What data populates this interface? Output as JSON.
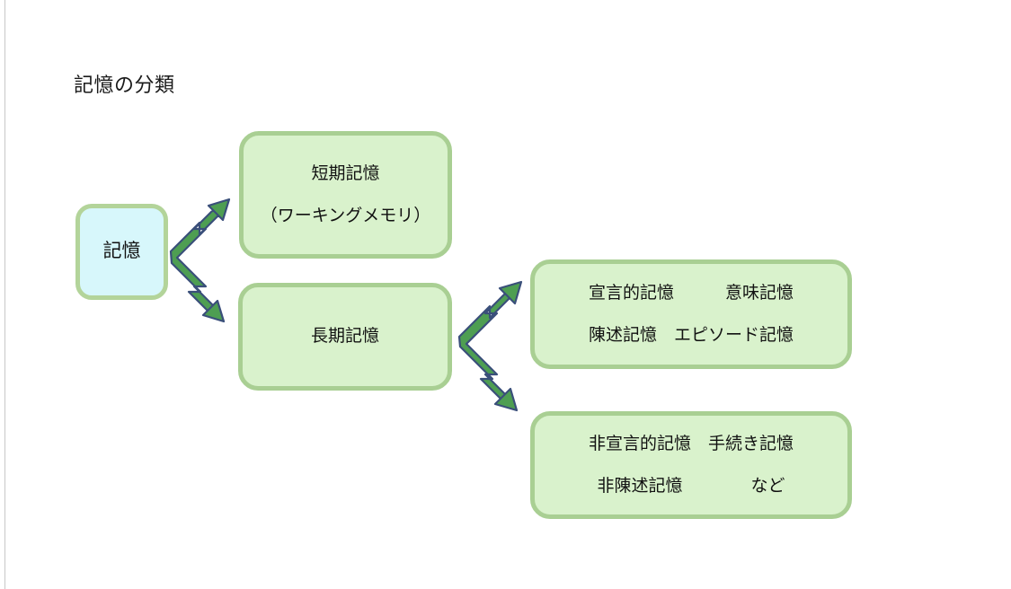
{
  "slide": {
    "title": "記憶の分類",
    "background_color": "#ffffff",
    "edge_rule_color": "#c8c8c8"
  },
  "colors": {
    "arrow_fill": "#4e9e52",
    "arrow_stroke": "#3a4f7a",
    "green_box_fill": "#d9f2cc",
    "green_box_border": "#a9cf93",
    "cyan_box_fill": "#d7f7fb",
    "cyan_box_border": "#b3d49a",
    "text": "#111111"
  },
  "nodes": {
    "memory": {
      "lines": [
        "記憶"
      ]
    },
    "short_term": {
      "lines": [
        "短期記憶",
        "（ワーキングメモリ）"
      ]
    },
    "long_term": {
      "lines": [
        "長期記憶"
      ]
    },
    "declarative": {
      "lines": [
        "宣言的記憶　　　意味記憶",
        "陳述記憶　エピソード記憶"
      ]
    },
    "nondeclarative": {
      "lines": [
        "非宣言的記憶　手続き記憶",
        "非陳述記憶　　　　など"
      ]
    }
  },
  "arrows": {
    "from_memory": "split-arrow-double-head",
    "from_long_term": "split-arrow-double-head"
  }
}
